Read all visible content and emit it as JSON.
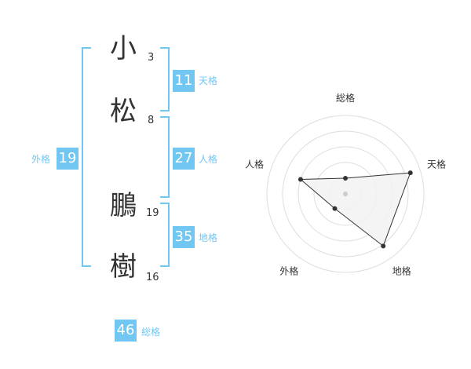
{
  "name": {
    "chars": [
      {
        "char": "小",
        "strokes": "3"
      },
      {
        "char": "松",
        "strokes": "8"
      },
      {
        "char": "鵬",
        "strokes": "19"
      },
      {
        "char": "樹",
        "strokes": "16"
      }
    ]
  },
  "kaku": {
    "tenkaku": {
      "value": "11",
      "label": "天格"
    },
    "jinkaku": {
      "value": "27",
      "label": "人格"
    },
    "chikaku": {
      "value": "35",
      "label": "地格"
    },
    "gaikaku": {
      "value": "19",
      "label": "外格"
    },
    "soukaku": {
      "value": "46",
      "label": "総格"
    }
  },
  "colors": {
    "accent": "#71c7f2",
    "text": "#333333",
    "grid": "#dddddd"
  },
  "chart_data": {
    "type": "radar",
    "axes": [
      "総格",
      "天格",
      "地格",
      "外格",
      "人格"
    ],
    "values": [
      0.2,
      0.87,
      0.82,
      0.23,
      0.6
    ],
    "range": [
      0,
      1
    ],
    "rings": 5
  }
}
